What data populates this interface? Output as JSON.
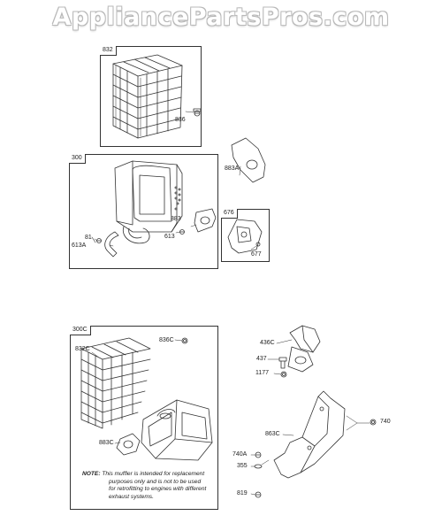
{
  "watermark": "AppliancePartsPros.com",
  "boxes": {
    "b832": "832",
    "b300": "300",
    "b676": "676",
    "b300c": "300C"
  },
  "labels": {
    "l836": "836",
    "l883A": "883A",
    "l883": "883",
    "l613": "613",
    "l81": "81",
    "l613A": "613A",
    "l677": "677",
    "l836C": "836C",
    "l832C": "832C",
    "l883C": "883C",
    "l436C": "436C",
    "l437": "437",
    "l1177": "1177",
    "l740": "740",
    "l863C": "863C",
    "l740A": "740A",
    "l355": "355",
    "l819": "819"
  },
  "note": {
    "prefix": "NOTE:",
    "line1": "This muffler is intended for replacement",
    "line2": "purposes only and is not to be used",
    "line3": "for retrofitting to engines with different",
    "line4": "exhaust systems."
  }
}
